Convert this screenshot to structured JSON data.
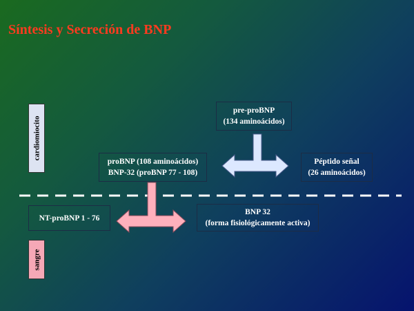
{
  "title": "Síntesis y Secreción de BNP",
  "colors": {
    "title": "#ff3b1f",
    "arrow_blue": "#dce8ff",
    "arrow_pink": "#ffb0bc",
    "dash": "#ffffff",
    "label_cardio_bg": "#dde3f2",
    "label_sangre_bg": "#f6a8b6"
  },
  "labels": {
    "cardiomiocito": "cardiomiocito",
    "sangre": "sangre"
  },
  "boxes": {
    "pre_probnp": {
      "line1": "pre-proBNP",
      "line2": "(134 aminoácidos)"
    },
    "probnp": {
      "line1": "proBNP (108 aminoácidos)",
      "line2": "BNP-32 (proBNP 77 - 108)"
    },
    "peptido_senal": {
      "line1": "Péptido señal",
      "line2": "(26 aminoácidos)"
    },
    "nt_probnp": {
      "line1": "NT-proBNP 1 - 76"
    },
    "bnp32": {
      "line1": "BNP 32",
      "line2": "(forma fisiológicamente activa)"
    }
  },
  "arrows": [
    {
      "name": "blue-split-arrow",
      "color_key": "arrow_blue"
    },
    {
      "name": "pink-split-arrow",
      "color_key": "arrow_pink"
    }
  ]
}
